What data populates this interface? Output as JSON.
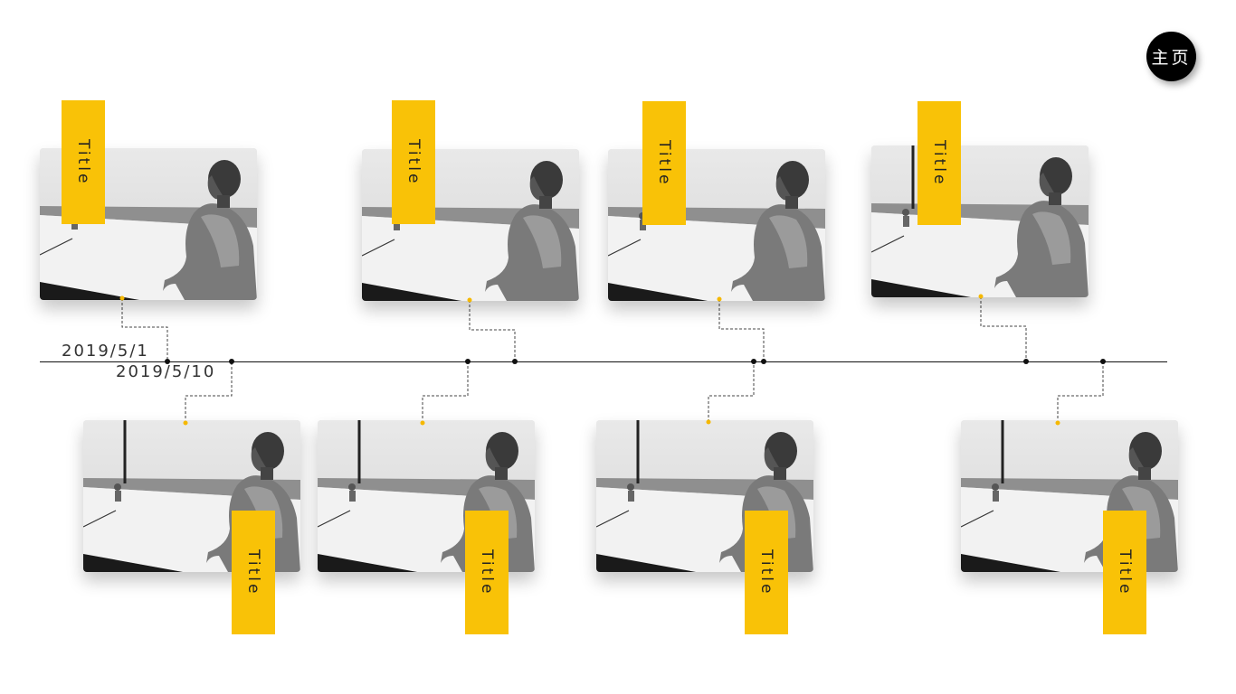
{
  "home_button": {
    "label": "主页"
  },
  "timeline": {
    "dates": [
      "2019/5/1",
      "2019/5/10"
    ],
    "items": [
      {
        "title": "Title",
        "position": "top"
      },
      {
        "title": "Title",
        "position": "top"
      },
      {
        "title": "Title",
        "position": "top"
      },
      {
        "title": "Title",
        "position": "top"
      },
      {
        "title": "Title",
        "position": "bottom"
      },
      {
        "title": "Title",
        "position": "bottom"
      },
      {
        "title": "Title",
        "position": "bottom"
      },
      {
        "title": "Title",
        "position": "bottom"
      }
    ]
  },
  "colors": {
    "accent": "#f9c207",
    "marker": "#f5b800",
    "line": "#111111"
  }
}
